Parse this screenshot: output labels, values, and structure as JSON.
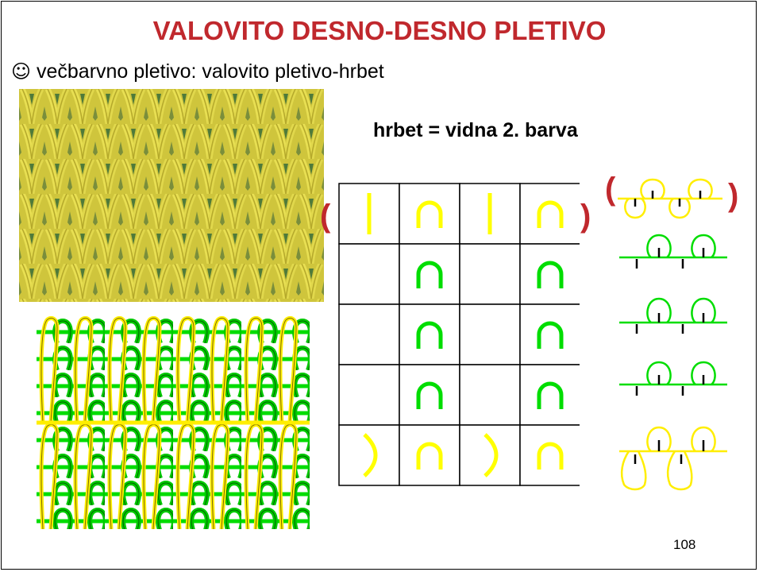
{
  "slide": {
    "title": "VALOVITO DESNO-DESNO PLETIVO",
    "subtitle_icon": "☺",
    "subtitle_text": " večbarvno pletivo: valovito pletivo-hrbet",
    "formula": "hrbet = vidna 2. barva",
    "paren_open": "(",
    "paren_close": ")",
    "page_number": "108"
  },
  "colors": {
    "title": "#c0282d",
    "yarn_yellow": "#ffff00",
    "yarn_green": "#00dd00",
    "photo_yellow": "#d9cf3a",
    "photo_green": "#4f7a3a"
  },
  "icons": {
    "smiley": "smiley-icon",
    "vertical_bar": "stitch-bar-icon",
    "arch": "stitch-arch-icon",
    "curve": "stitch-curve-icon"
  },
  "grid": {
    "rows": [
      [
        "bar-yellow",
        "arch-yellow",
        "bar-yellow",
        "arch-yellow"
      ],
      [
        "empty",
        "arch-green",
        "empty",
        "arch-green"
      ],
      [
        "empty",
        "arch-green",
        "empty",
        "arch-green"
      ],
      [
        "empty",
        "arch-green",
        "empty",
        "arch-green"
      ],
      [
        "curve-yellow",
        "arch-yellow",
        "curve-yellow",
        "arch-yellow"
      ]
    ]
  }
}
